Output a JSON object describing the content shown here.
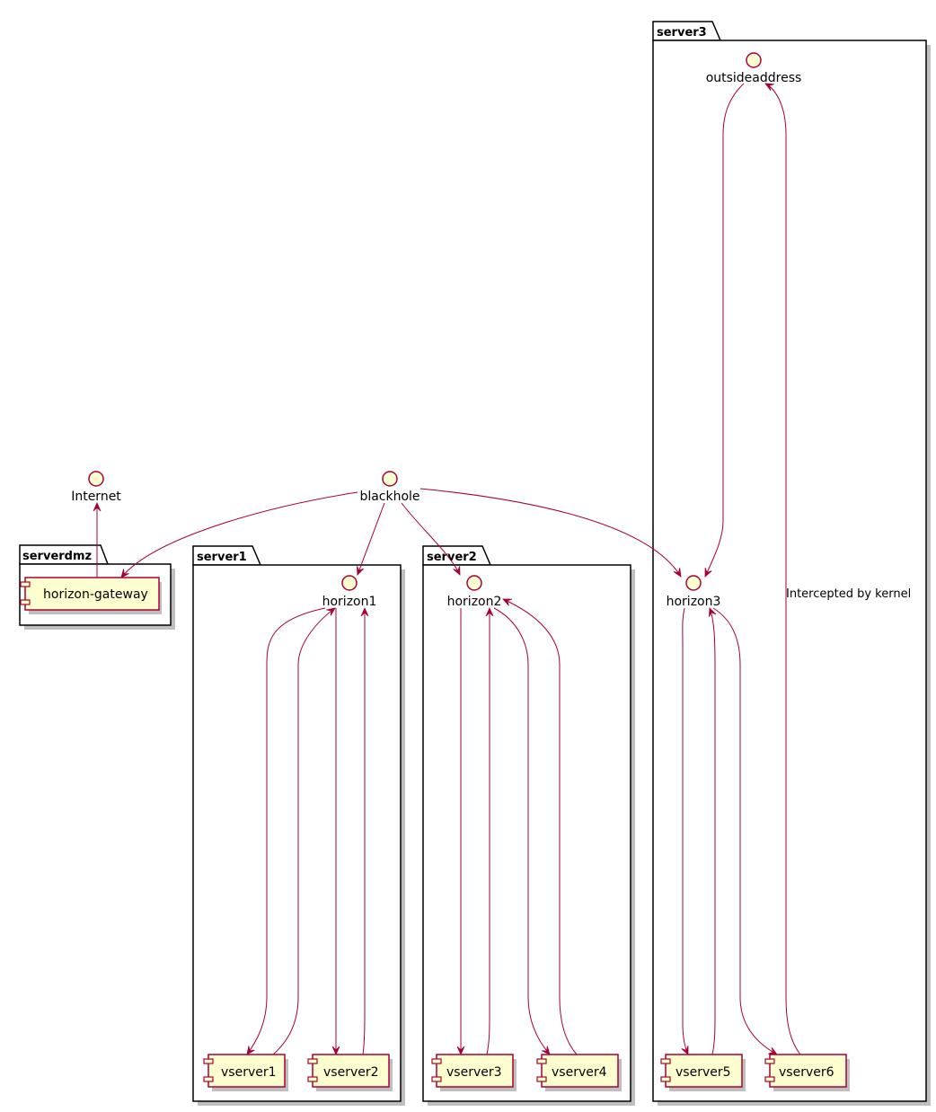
{
  "colors": {
    "element_fill": "#FEFECE",
    "element_stroke": "#A80036",
    "arrow": "#A80036",
    "package_border": "#000000"
  },
  "packages": {
    "serverdmz": "serverdmz",
    "server1": "server1",
    "server2": "server2",
    "server3": "server3"
  },
  "interfaces": {
    "internet": "Internet",
    "blackhole": "blackhole",
    "horizon1": "horizon1",
    "horizon2": "horizon2",
    "horizon3": "horizon3",
    "outsideaddress": "outsideaddress"
  },
  "components": {
    "horizon_gateway": "horizon-gateway",
    "vserver1": "vserver1",
    "vserver2": "vserver2",
    "vserver3": "vserver3",
    "vserver4": "vserver4",
    "vserver5": "vserver5",
    "vserver6": "vserver6"
  },
  "edge_labels": {
    "intercepted": "Intercepted by kernel"
  },
  "edges": [
    {
      "from": "horizon-gateway",
      "to": "Internet"
    },
    {
      "from": "blackhole",
      "to": "horizon-gateway"
    },
    {
      "from": "blackhole",
      "to": "horizon1"
    },
    {
      "from": "blackhole",
      "to": "horizon2"
    },
    {
      "from": "blackhole",
      "to": "horizon3"
    },
    {
      "from": "horizon1",
      "to": "vserver1"
    },
    {
      "from": "vserver1",
      "to": "horizon1"
    },
    {
      "from": "horizon1",
      "to": "vserver2"
    },
    {
      "from": "vserver2",
      "to": "horizon1"
    },
    {
      "from": "horizon2",
      "to": "vserver3"
    },
    {
      "from": "vserver3",
      "to": "horizon2"
    },
    {
      "from": "horizon2",
      "to": "vserver4"
    },
    {
      "from": "vserver4",
      "to": "horizon2"
    },
    {
      "from": "outsideaddress",
      "to": "horizon3"
    },
    {
      "from": "horizon3",
      "to": "vserver5"
    },
    {
      "from": "vserver5",
      "to": "horizon3"
    },
    {
      "from": "horizon3",
      "to": "vserver6"
    },
    {
      "from": "vserver6",
      "to": "outsideaddress",
      "label": "Intercepted by kernel"
    }
  ]
}
